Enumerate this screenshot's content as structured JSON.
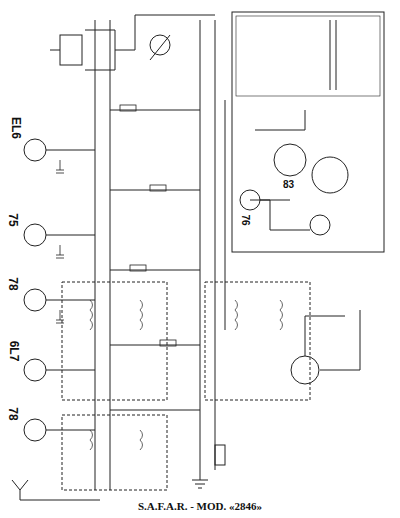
{
  "diagram": {
    "caption": "S.A.F.A.R. - MOD. «2846»",
    "labels": [
      "EL6",
      "75",
      "78",
      "6L7",
      "78",
      "83",
      "76"
    ]
  }
}
